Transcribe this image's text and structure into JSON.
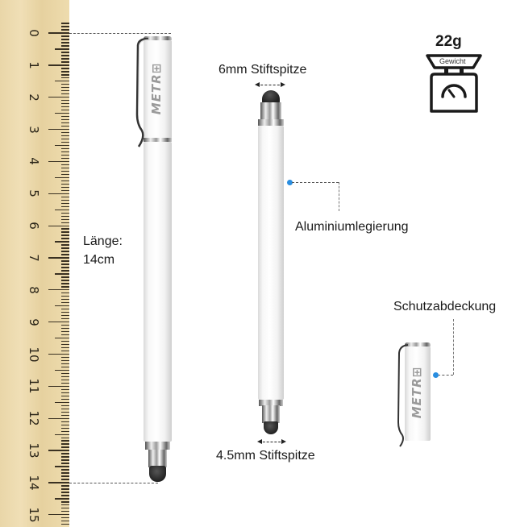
{
  "ruler": {
    "unit": "cm",
    "numbers": [
      "0",
      "1",
      "2",
      "3",
      "4",
      "5",
      "6",
      "7",
      "8",
      "9",
      "10",
      "11",
      "12",
      "13",
      "14",
      "15"
    ]
  },
  "length_label": {
    "line1": "Länge:",
    "line2": "14cm"
  },
  "tip_top_label": "6mm Stiftspitze",
  "tip_bottom_label": "4.5mm Stiftspitze",
  "material_label": "Aluminiumlegierung",
  "cap_label": "Schutzabdeckung",
  "weight": {
    "value": "22g",
    "label": "Gewicht",
    "icon": "scale-icon"
  },
  "brand": {
    "logo_text": "METR⊞"
  },
  "colors": {
    "accent_dot": "#2a8ee0",
    "ruler_wood": "#ecd9ab",
    "text": "#1a1a1a"
  }
}
